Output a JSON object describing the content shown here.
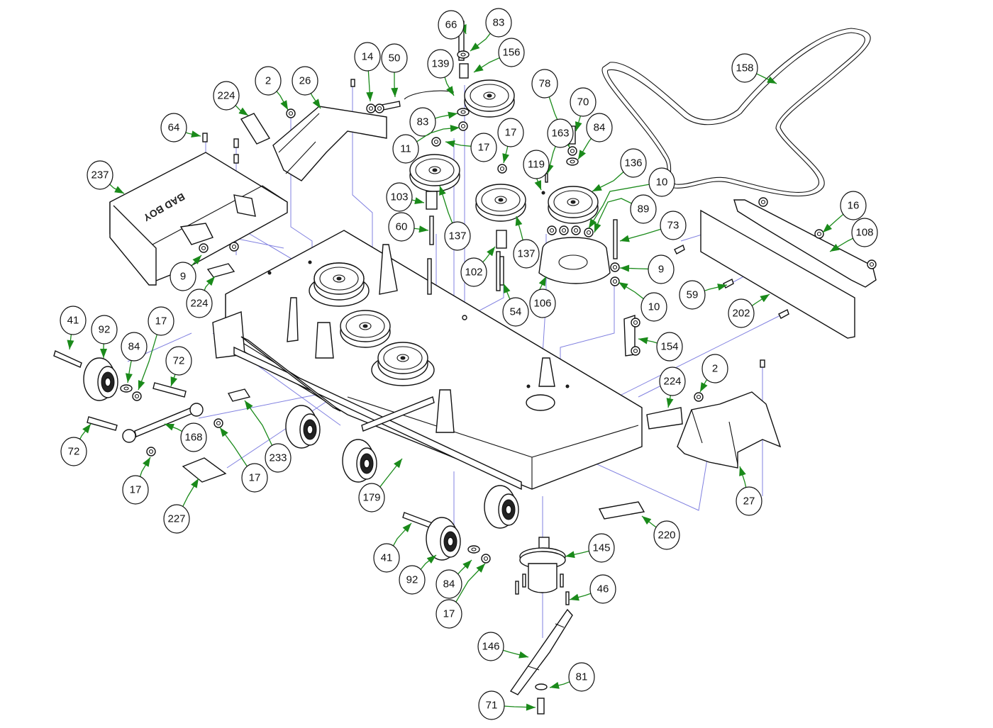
{
  "diagram": {
    "title": "Mower Deck Exploded Parts Diagram",
    "deck_logo_text": "BAD BOY",
    "colors": {
      "leader": "#1a8a1a",
      "guide": "#8080e0",
      "outline": "#111111"
    },
    "callouts": [
      {
        "id": "c-66",
        "label": "66",
        "part": "bolt"
      },
      {
        "id": "c-83a",
        "label": "83",
        "part": "washer"
      },
      {
        "id": "c-156",
        "label": "156",
        "part": "idler-arm"
      },
      {
        "id": "c-14",
        "label": "14",
        "part": "nut"
      },
      {
        "id": "c-50",
        "label": "50",
        "part": "eyebolt"
      },
      {
        "id": "c-139",
        "label": "139",
        "part": "spring"
      },
      {
        "id": "c-83b",
        "label": "83",
        "part": "washer"
      },
      {
        "id": "c-11",
        "label": "11",
        "part": "nut"
      },
      {
        "id": "c-17a",
        "label": "17",
        "part": "nut"
      },
      {
        "id": "c-224a",
        "label": "224",
        "part": "decal"
      },
      {
        "id": "c-2a",
        "label": "2",
        "part": "cap-nut"
      },
      {
        "id": "c-26",
        "label": "26",
        "part": "discharge-chute"
      },
      {
        "id": "c-64",
        "label": "64",
        "part": "bolt"
      },
      {
        "id": "c-237",
        "label": "237",
        "part": "deck-cover"
      },
      {
        "id": "c-9a",
        "label": "9",
        "part": "nut"
      },
      {
        "id": "c-224b",
        "label": "224",
        "part": "decal"
      },
      {
        "id": "c-103",
        "label": "103",
        "part": "spacer"
      },
      {
        "id": "c-60",
        "label": "60",
        "part": "bolt"
      },
      {
        "id": "c-137a",
        "label": "137",
        "part": "idler-pulley"
      },
      {
        "id": "c-17b",
        "label": "17",
        "part": "nut"
      },
      {
        "id": "c-137b",
        "label": "137",
        "part": "idler-pulley"
      },
      {
        "id": "c-102",
        "label": "102",
        "part": "spacer"
      },
      {
        "id": "c-54",
        "label": "54",
        "part": "bolt"
      },
      {
        "id": "c-78",
        "label": "78",
        "part": "lock-washer"
      },
      {
        "id": "c-70",
        "label": "70",
        "part": "bolt"
      },
      {
        "id": "c-84a",
        "label": "84",
        "part": "washer"
      },
      {
        "id": "c-163",
        "label": "163",
        "part": "key"
      },
      {
        "id": "c-119",
        "label": "119",
        "part": "set-screw"
      },
      {
        "id": "c-136",
        "label": "136",
        "part": "spindle-pulley"
      },
      {
        "id": "c-10a",
        "label": "10",
        "part": "nut"
      },
      {
        "id": "c-89",
        "label": "89",
        "part": "washer"
      },
      {
        "id": "c-73",
        "label": "73",
        "part": "bolt"
      },
      {
        "id": "c-9b",
        "label": "9",
        "part": "nut"
      },
      {
        "id": "c-10b",
        "label": "10",
        "part": "nut"
      },
      {
        "id": "c-106",
        "label": "106",
        "part": "pulley-guard"
      },
      {
        "id": "c-158",
        "label": "158",
        "part": "belt"
      },
      {
        "id": "c-16",
        "label": "16",
        "part": "nut"
      },
      {
        "id": "c-108",
        "label": "108",
        "part": "baffle-bracket"
      },
      {
        "id": "c-59",
        "label": "59",
        "part": "carriage-bolt"
      },
      {
        "id": "c-202",
        "label": "202",
        "part": "baffle"
      },
      {
        "id": "c-154",
        "label": "154",
        "part": "link"
      },
      {
        "id": "c-224c",
        "label": "224",
        "part": "decal"
      },
      {
        "id": "c-2b",
        "label": "2",
        "part": "cap-nut"
      },
      {
        "id": "c-27",
        "label": "27",
        "part": "discharge-chute"
      },
      {
        "id": "c-220",
        "label": "220",
        "part": "decal"
      },
      {
        "id": "c-41a",
        "label": "41",
        "part": "axle-bolt"
      },
      {
        "id": "c-92a",
        "label": "92",
        "part": "anti-scalp-wheel"
      },
      {
        "id": "c-84b",
        "label": "84",
        "part": "washer"
      },
      {
        "id": "c-17c",
        "label": "17",
        "part": "nut"
      },
      {
        "id": "c-72a",
        "label": "72",
        "part": "bolt"
      },
      {
        "id": "c-72b",
        "label": "72",
        "part": "bolt"
      },
      {
        "id": "c-168",
        "label": "168",
        "part": "linkage-rod"
      },
      {
        "id": "c-17d",
        "label": "17",
        "part": "nut"
      },
      {
        "id": "c-17e",
        "label": "17",
        "part": "nut"
      },
      {
        "id": "c-233",
        "label": "233",
        "part": "decal"
      },
      {
        "id": "c-227",
        "label": "227",
        "part": "decal"
      },
      {
        "id": "c-179",
        "label": "179",
        "part": "front-bar"
      },
      {
        "id": "c-41b",
        "label": "41",
        "part": "axle-bolt"
      },
      {
        "id": "c-92b",
        "label": "92",
        "part": "anti-scalp-wheel"
      },
      {
        "id": "c-84c",
        "label": "84",
        "part": "washer"
      },
      {
        "id": "c-17f",
        "label": "17",
        "part": "nut"
      },
      {
        "id": "c-145",
        "label": "145",
        "part": "spindle-assembly"
      },
      {
        "id": "c-46",
        "label": "46",
        "part": "bolt"
      },
      {
        "id": "c-146",
        "label": "146",
        "part": "blade"
      },
      {
        "id": "c-81",
        "label": "81",
        "part": "washer"
      },
      {
        "id": "c-71",
        "label": "71",
        "part": "blade-bolt"
      }
    ]
  }
}
